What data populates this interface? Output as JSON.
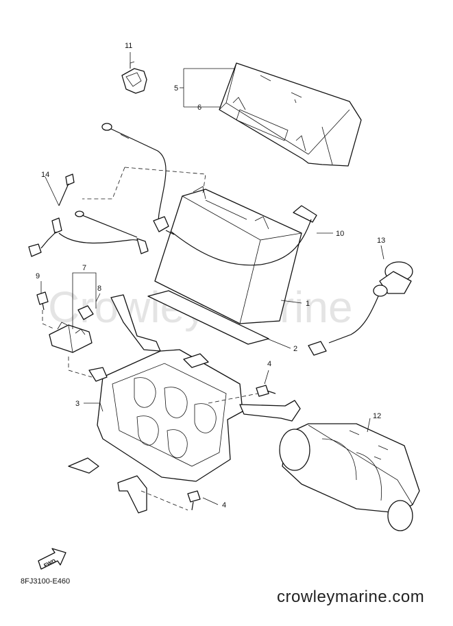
{
  "callouts": {
    "n1": "1",
    "n2": "2",
    "n3": "3",
    "n4a": "4",
    "n4b": "4",
    "n5": "5",
    "n6": "6",
    "n7": "7",
    "n8": "8",
    "n9": "9",
    "n10": "10",
    "n11": "11",
    "n12": "12",
    "n13": "13",
    "n14": "14"
  },
  "fwd_label": "FWD",
  "watermark": "Crowley Marine",
  "diagram_code": "8FJ3100-E460",
  "site": "crowleymarine.com"
}
